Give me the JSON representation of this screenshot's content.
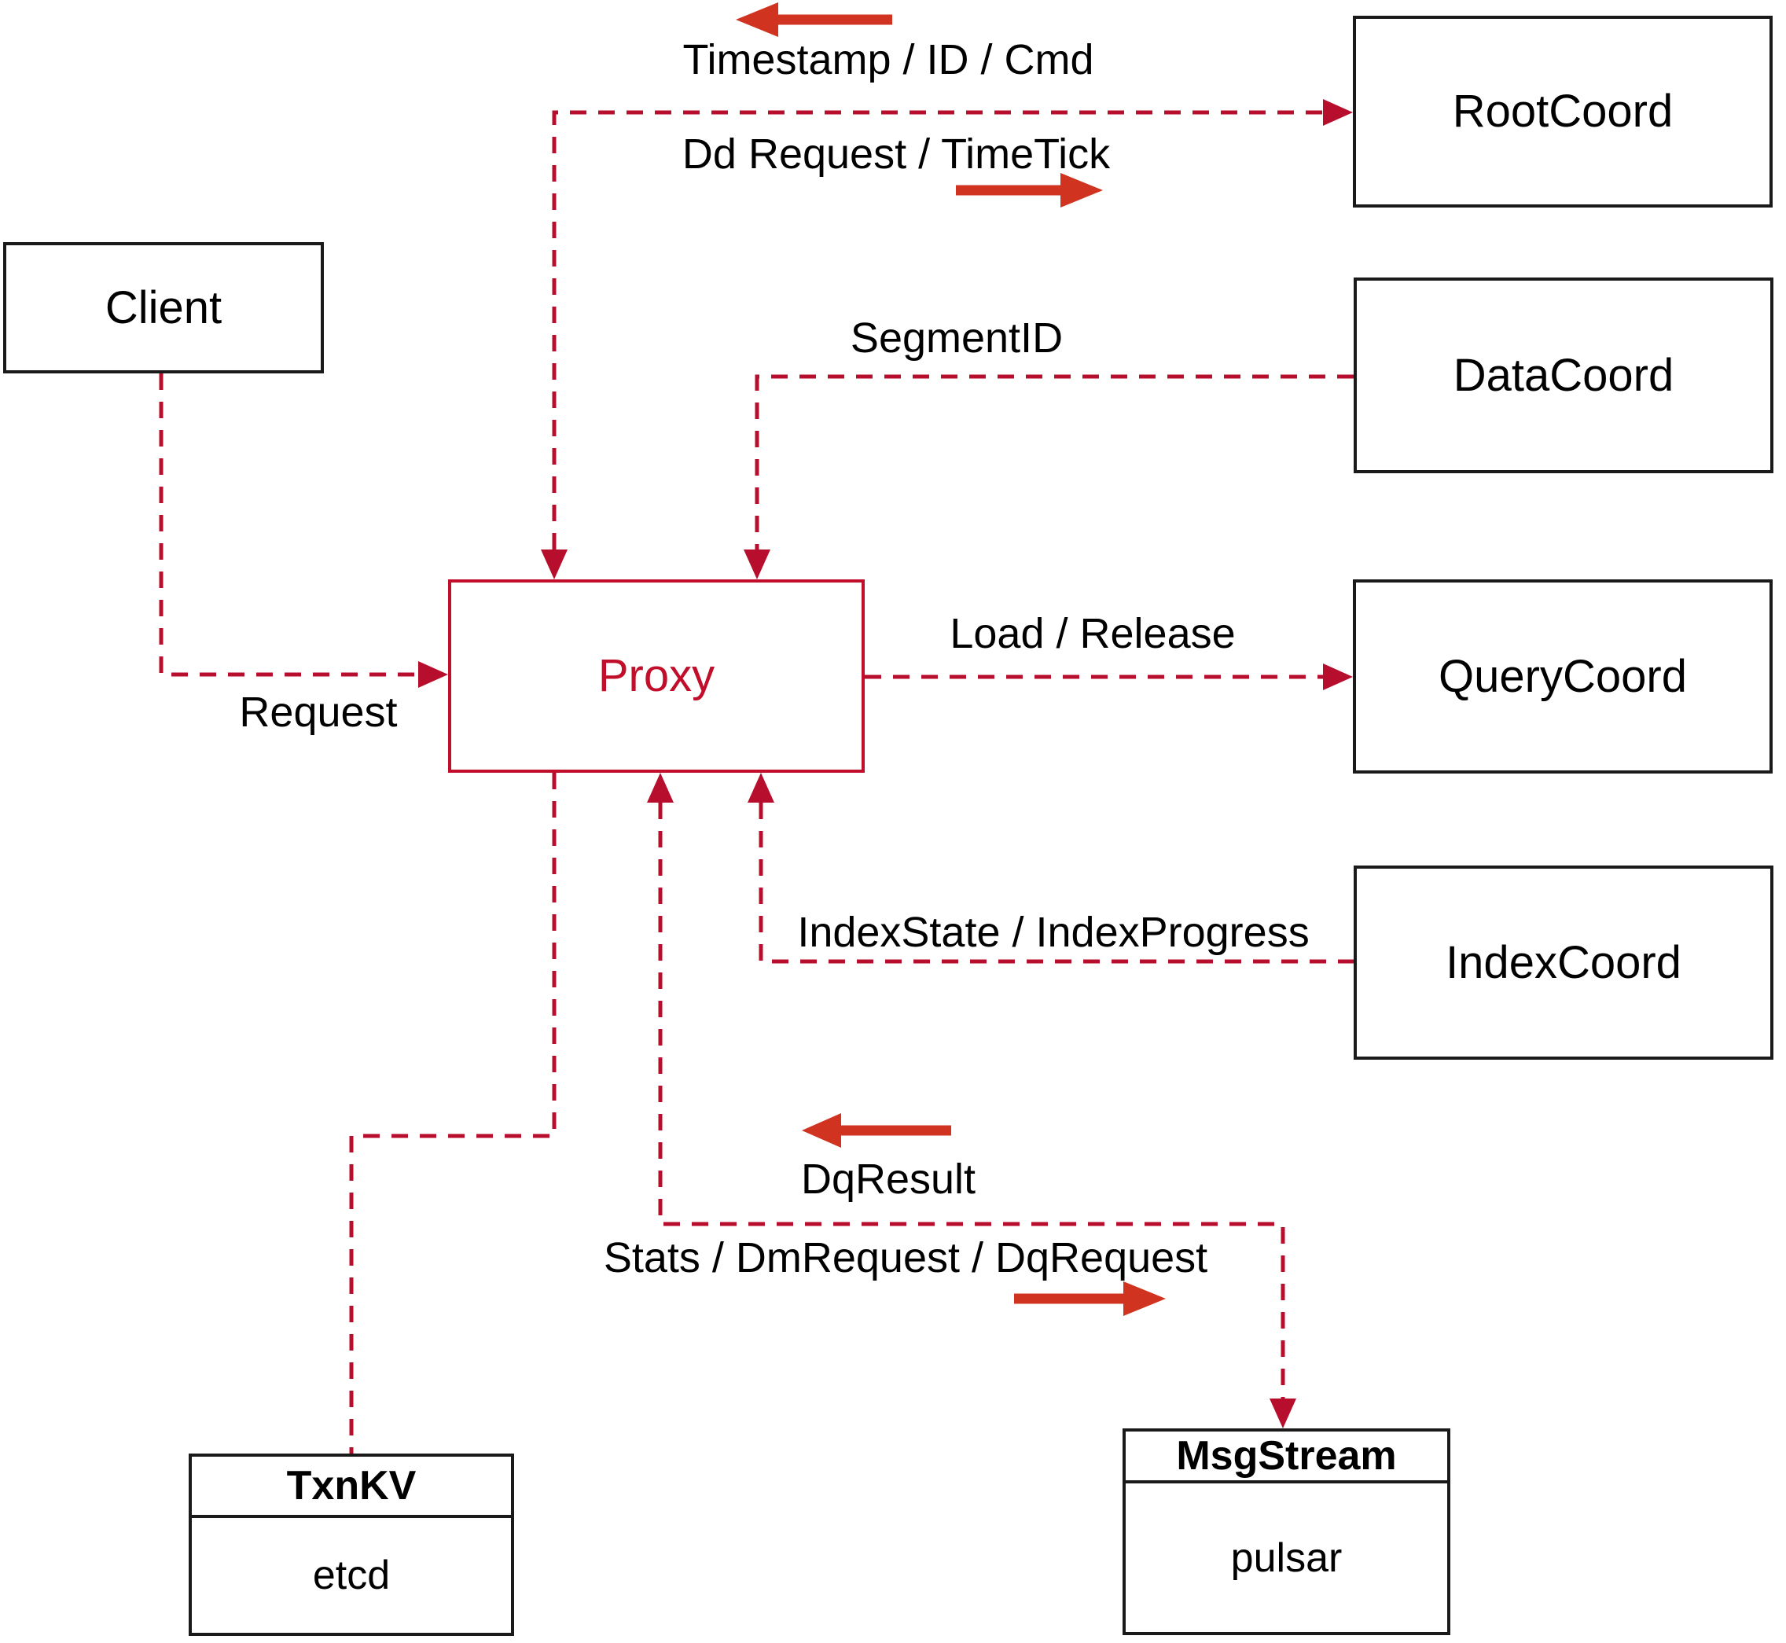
{
  "nodes": {
    "client": {
      "label": "Client"
    },
    "proxy": {
      "label": "Proxy"
    },
    "root_coord": {
      "label": "RootCoord"
    },
    "data_coord": {
      "label": "DataCoord"
    },
    "query_coord": {
      "label": "QueryCoord"
    },
    "index_coord": {
      "label": "IndexCoord"
    },
    "txn_kv": {
      "title": "TxnKV",
      "subtitle": "etcd"
    },
    "msg_stream": {
      "title": "MsgStream",
      "subtitle": "pulsar"
    }
  },
  "edge_labels": {
    "timestamp_id_cmd": "Timestamp / ID / Cmd",
    "dd_request_timetick": "Dd Request / TimeTick",
    "segment_id": "SegmentID",
    "load_release": "Load / Release",
    "index_state_progress": "IndexState / IndexProgress",
    "request": "Request",
    "dq_result": "DqResult",
    "stats_dm_dq": "Stats / DmRequest / DqRequest"
  },
  "colors": {
    "dashed_line": "#b80e2d",
    "solid_arrow": "#d03421",
    "proxy_accent": "#c10e2b",
    "box_border": "#1a1a1a",
    "text": "#000000",
    "background": "#ffffff"
  }
}
